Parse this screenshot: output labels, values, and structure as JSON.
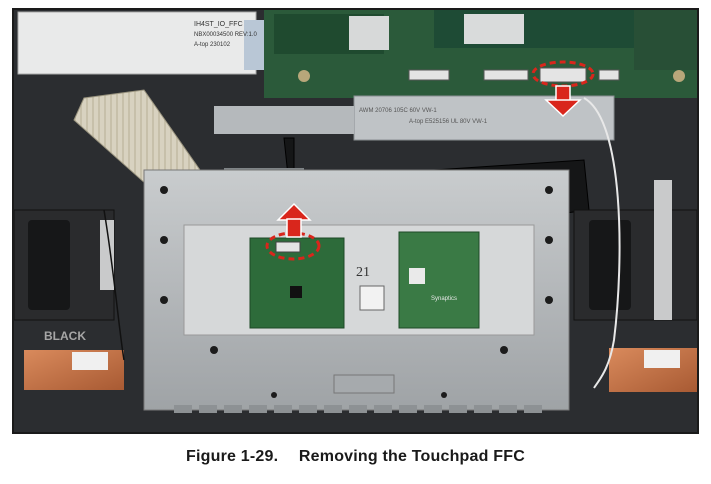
{
  "figure": {
    "number": "Figure 1-29.",
    "title": "Removing the Touchpad FFC"
  },
  "photo_labels": {
    "io_board_label_line1": "IH4ST_IO_FFC",
    "io_board_label_line2": "NBX00034500 REV:1.0",
    "io_board_label_line3": "A-top 230102",
    "cable_print_1": "AWM 20706 105C 60V VW-1",
    "cable_print_2": "A-top E525156 UL 80V VW-1",
    "trackpad_chip_text": "21",
    "trackpad_brand": "Synaptics",
    "speaker_left_label": "BLACK"
  },
  "colors": {
    "callout_red": "#d9261c",
    "board_green": "#2d6b3a",
    "chassis_silver": "#b9bcbf",
    "chassis_dark": "#2b2d30",
    "copper": "#c5774a"
  }
}
